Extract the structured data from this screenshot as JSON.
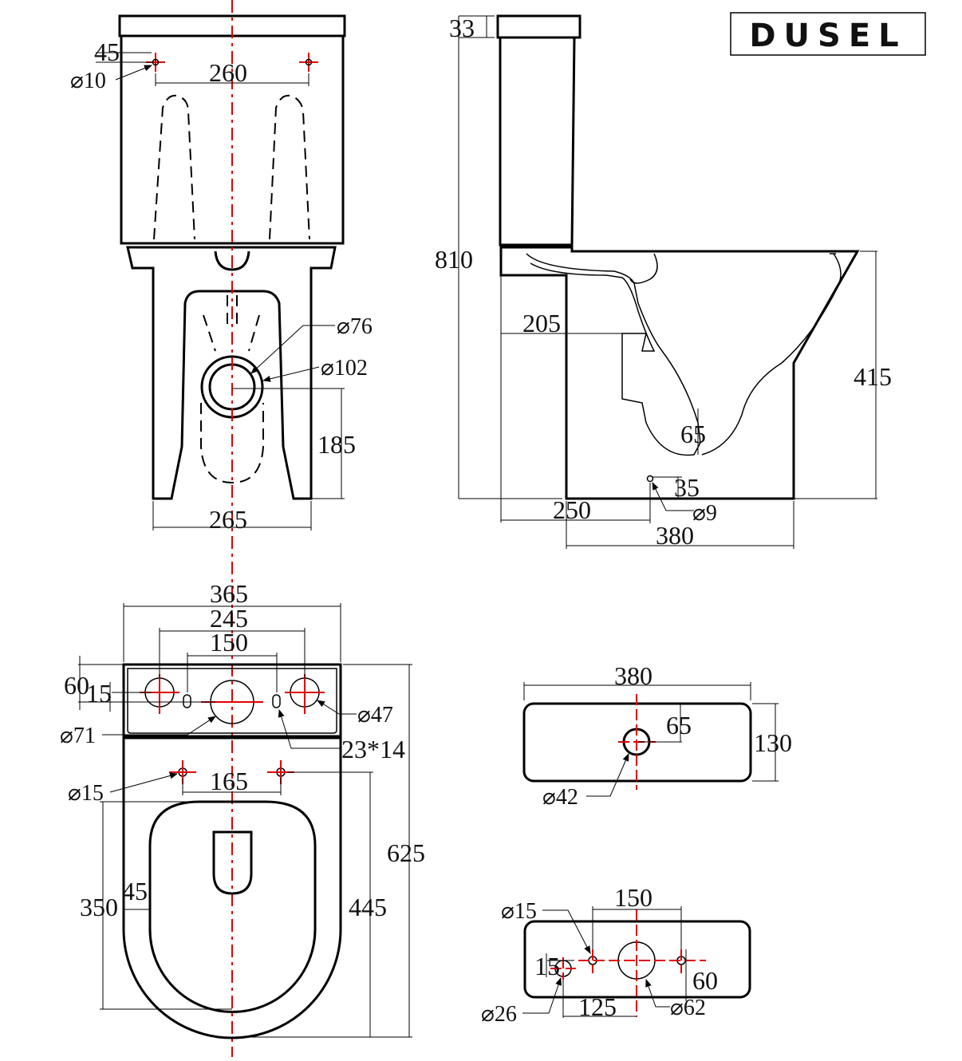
{
  "brand": {
    "logo_text": "DUSEL"
  },
  "colors": {
    "outline": "#000000",
    "centerline": "#e00000"
  },
  "front_view": {
    "d45": "45",
    "d10": "⌀10",
    "d260": "260",
    "d76": "⌀76",
    "d102": "⌀102",
    "d185": "185",
    "d265": "265"
  },
  "side_view": {
    "d33": "33",
    "d810": "810",
    "d205": "205",
    "d415": "415",
    "d65": "65",
    "d35": "35",
    "d9": "⌀9",
    "d250": "250",
    "d380": "380"
  },
  "top_view": {
    "d365": "365",
    "d245": "245",
    "d150": "150",
    "d60": "60",
    "d15": "15",
    "d47": "⌀47",
    "d71": "⌀71",
    "d23x14": "23*14",
    "d15hole": "⌀15",
    "d165": "165",
    "d625": "625",
    "d350": "350",
    "d45": "45",
    "d445": "445"
  },
  "tank_lid_view": {
    "d380": "380",
    "d65": "65",
    "d130": "130",
    "d42": "⌀42"
  },
  "tank_bottom_view": {
    "d15hole": "⌀15",
    "d150": "150",
    "d15": "15",
    "d60": "60",
    "d26": "⌀26",
    "d125": "125",
    "d62": "⌀62"
  }
}
